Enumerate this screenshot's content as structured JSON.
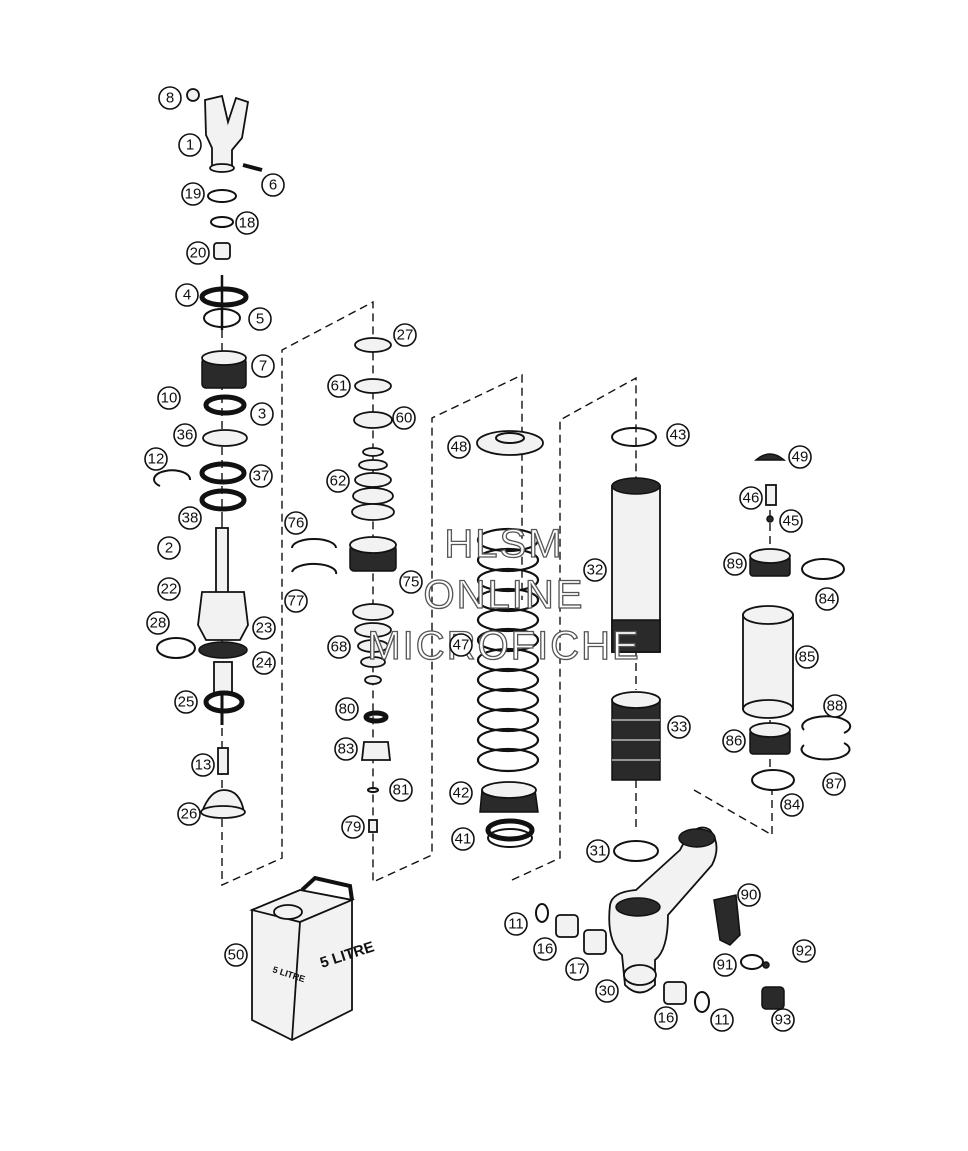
{
  "callouts": [
    "1",
    "2",
    "3",
    "4",
    "5",
    "6",
    "7",
    "8",
    "10",
    "11",
    "12",
    "13",
    "16",
    "17",
    "18",
    "19",
    "20",
    "22",
    "23",
    "24",
    "25",
    "26",
    "27",
    "28",
    "30",
    "31",
    "32",
    "33",
    "36",
    "37",
    "38",
    "41",
    "42",
    "43",
    "45",
    "46",
    "47",
    "48",
    "49",
    "50",
    "60",
    "61",
    "62",
    "68",
    "75",
    "76",
    "77",
    "79",
    "80",
    "81",
    "83",
    "84",
    "85",
    "86",
    "87",
    "88",
    "89",
    "90",
    "91",
    "92",
    "93"
  ],
  "can_label": "5 LITRE",
  "watermark": [
    "HLSM",
    "ONLINE",
    "MICROFICHE"
  ]
}
